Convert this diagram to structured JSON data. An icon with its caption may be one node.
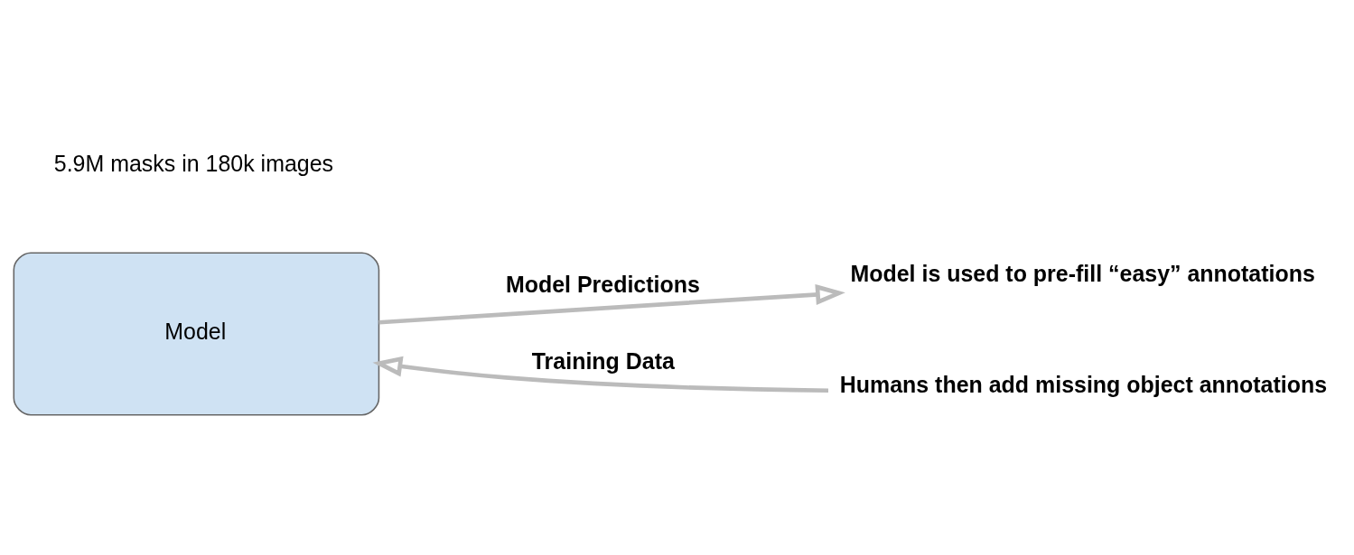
{
  "diagram": {
    "nodes": [
      {
        "text": [
          "Model"
        ]
      },
      {
        "text": [
          "Model is used to pre-fill “easy” annotations"
        ]
      },
      {
        "text": [
          "Humans then add missing object annotations"
        ]
      }
    ],
    "edges": [
      {
        "from": 0,
        "to": 1,
        "arrow": "to",
        "label": "Model Predictions"
      },
      {
        "from": 2,
        "to": 0,
        "arrow": "to",
        "label": "Training Data"
      }
    ],
    "labels": [
      "5.9M masks in 180k images"
    ]
  }
}
